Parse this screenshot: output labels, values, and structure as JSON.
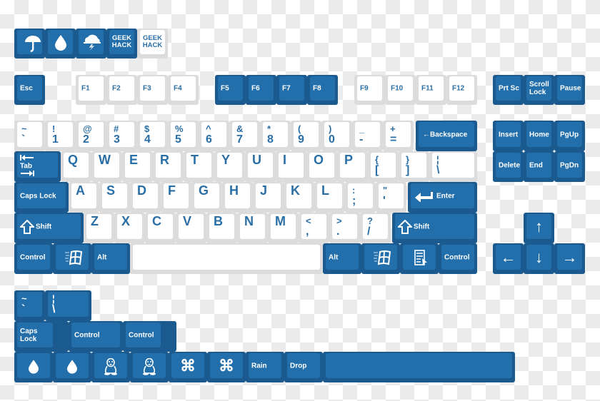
{
  "colors": {
    "blue_cap": "#226fab",
    "blue_base": "#1a5a8e",
    "white_cap": "#ffffff",
    "white_base": "#dcdcdc",
    "legend_blue": "#2a6ea6"
  },
  "novelties": {
    "umbrella": "umbrella-icon",
    "drop": "water-drop-icon",
    "storm": "storm-cloud-icon",
    "geekhack_blue": "GEEK\nHACK",
    "geekhack_white": "GEEK\nHACK"
  },
  "frow": {
    "esc": "Esc",
    "f": [
      "F1",
      "F2",
      "F3",
      "F4",
      "F5",
      "F6",
      "F7",
      "F8",
      "F9",
      "F10",
      "F11",
      "F12"
    ]
  },
  "nav": {
    "prtsc": "Prt Sc",
    "scroll": "Scroll\nLock",
    "pause": "Pause",
    "insert": "Insert",
    "home": "Home",
    "pgup": "PgUp",
    "delete": "Delete",
    "end": "End",
    "pgdn": "PgDn"
  },
  "numrow": {
    "keys": [
      {
        "top": "~",
        "bot": "`"
      },
      {
        "top": "!",
        "bot": "1"
      },
      {
        "top": "@",
        "bot": "2"
      },
      {
        "top": "#",
        "bot": "3"
      },
      {
        "top": "$",
        "bot": "4"
      },
      {
        "top": "%",
        "bot": "5"
      },
      {
        "top": "^",
        "bot": "6"
      },
      {
        "top": "&",
        "bot": "7"
      },
      {
        "top": "*",
        "bot": "8"
      },
      {
        "top": "(",
        "bot": "9"
      },
      {
        "top": ")",
        "bot": "0"
      },
      {
        "top": "_",
        "bot": "-"
      },
      {
        "top": "+",
        "bot": "="
      }
    ],
    "backspace": "←Backspace"
  },
  "qrow": {
    "tab": "Tab",
    "letters": [
      "Q",
      "W",
      "E",
      "R",
      "T",
      "Y",
      "U",
      "I",
      "O",
      "P"
    ],
    "lbrace": {
      "top": "{",
      "bot": "["
    },
    "rbrace": {
      "top": "}",
      "bot": "]"
    },
    "pipe": {
      "top": "¦",
      "bot": "\\"
    }
  },
  "arow": {
    "caps": "Caps Lock",
    "letters": [
      "A",
      "S",
      "D",
      "F",
      "G",
      "H",
      "J",
      "K",
      "L"
    ],
    "semi": {
      "top": ":",
      "bot": ";"
    },
    "quote": {
      "top": "\"",
      "bot": "'"
    },
    "enter": "Enter"
  },
  "zrow": {
    "shift": "Shift",
    "letters": [
      "Z",
      "X",
      "C",
      "V",
      "B",
      "N",
      "M"
    ],
    "comma": {
      "top": "<",
      "bot": ","
    },
    "period": {
      "top": ">",
      "bot": "."
    },
    "slash": {
      "top": "?",
      "bot": "/"
    },
    "rshift": "Shift"
  },
  "bottom": {
    "lctrl": "Control",
    "lalt": "Alt",
    "ralt": "Alt",
    "rctrl": "Control"
  },
  "arrows": {
    "up": "↑",
    "down": "↓",
    "left": "←",
    "right": "→"
  },
  "extras": {
    "tilde": {
      "top": "~",
      "bot": "`"
    },
    "pipe": {
      "top": "¦",
      "bot": "\\"
    },
    "caps": "Caps\nLock",
    "ctrl1": "Control",
    "ctrl2": "Control",
    "cmd": "⌘",
    "rain": "Rain",
    "drop": "Drop"
  }
}
